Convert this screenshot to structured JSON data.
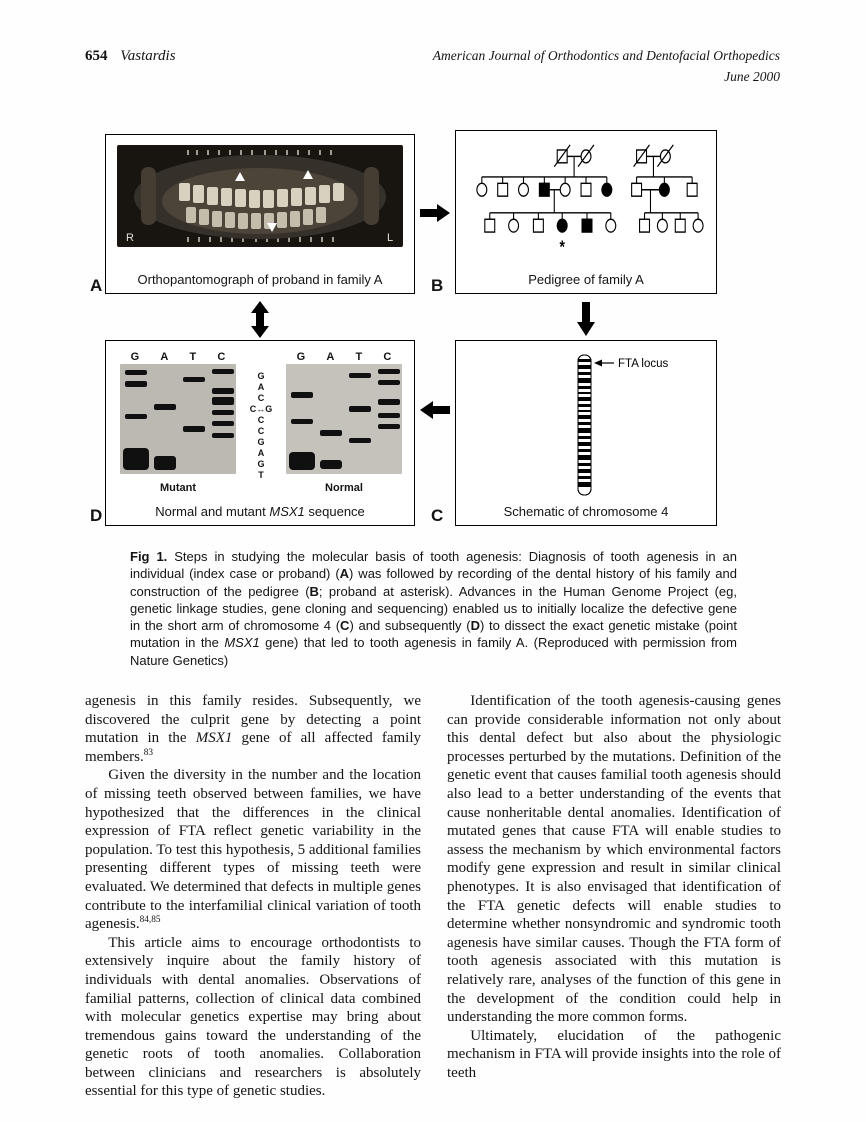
{
  "header": {
    "page_number": "654",
    "author": "Vastardis",
    "journal_title": "American Journal of Orthodontics and Dentofacial Orthopedics",
    "issue_date": "June 2000"
  },
  "figure": {
    "panel_a": {
      "label": "A",
      "caption": "Orthopantomograph of proband in family A",
      "xray_left_marker": "R",
      "xray_right_marker": "L"
    },
    "panel_b": {
      "label": "B",
      "caption": "Pedigree of family A",
      "proband_marker": "*"
    },
    "panel_c": {
      "label": "C",
      "caption": "Schematic of chromosome 4",
      "locus_label": "FTA locus"
    },
    "panel_d": {
      "label": "D",
      "lane_headers": [
        "G",
        "A",
        "T",
        "C"
      ],
      "left_gel_label": "Mutant",
      "right_gel_label": "Normal",
      "sequence_letters": [
        "G",
        "A",
        "C",
        "C↔G",
        "C",
        "C",
        "G",
        "A",
        "G",
        "T"
      ],
      "caption_segments": [
        {
          "text": "Normal and mutant "
        },
        {
          "text": "MSX1",
          "style": "italic"
        },
        {
          "text": " sequence"
        }
      ]
    },
    "caption_segments": [
      {
        "text": "Fig 1.",
        "style": "bold"
      },
      {
        "text": " Steps in studying the molecular basis of tooth agenesis: Diagnosis of tooth agenesis in an individual (index case or proband) ("
      },
      {
        "text": "A",
        "style": "bold"
      },
      {
        "text": ") was followed by recording of the dental history of his family and construction of the pedigree ("
      },
      {
        "text": "B",
        "style": "bold"
      },
      {
        "text": "; proband at asterisk). Advances in the Human Genome Project (eg, genetic linkage studies, gene cloning and sequencing) enabled us to initially localize the defective gene in the short arm of chromosome 4 ("
      },
      {
        "text": "C",
        "style": "bold"
      },
      {
        "text": ") and subsequently ("
      },
      {
        "text": "D",
        "style": "bold"
      },
      {
        "text": ") to dissect the exact genetic mistake (point mutation in the "
      },
      {
        "text": "MSX1",
        "style": "italic"
      },
      {
        "text": " gene) that led to tooth agenesis in family A. (Reproduced with permission from Nature Genetics)"
      }
    ]
  },
  "body": {
    "left_column": [
      {
        "segments": [
          {
            "text": "agenesis in this family resides. Subsequently, we discovered the culprit gene by detecting a point mutation in the "
          },
          {
            "text": "MSX1",
            "style": "italic"
          },
          {
            "text": " gene of all affected family members."
          },
          {
            "text": "83",
            "style": "sup"
          }
        ]
      },
      {
        "segments": [
          {
            "text": "Given the diversity in the number and the location of missing teeth observed between families, we have hypothesized that the differences in the clinical expression of FTA reflect genetic variability in the population. To test this hypothesis, 5 additional families presenting different types of missing teeth were evaluated. We determined that defects in multiple genes contribute to the interfamilial clinical variation of tooth agenesis."
          },
          {
            "text": "84,85",
            "style": "sup"
          }
        ]
      },
      {
        "segments": [
          {
            "text": "This article aims to encourage orthodontists to extensively inquire about the family history of individuals with dental anomalies. Observations of familial patterns, collection of clinical data combined with molecular genetics expertise may bring about tremendous gains toward the understanding of the genetic roots of tooth anomalies. Collaboration between clinicians and researchers is absolutely essential for this type of genetic studies."
          }
        ]
      }
    ],
    "right_column": [
      {
        "segments": [
          {
            "text": "Identification of the tooth agenesis-causing genes can provide considerable information not only about this dental defect but also about the physiologic processes perturbed by the mutations. Definition of the genetic event that causes familial tooth agenesis should also lead to a better understanding of the events that cause nonheritable dental anomalies. Identification of mutated genes that cause FTA will enable studies to assess the mechanism by which environmental factors modify gene expression and result in similar clinical phenotypes. It is also envisaged that identification of the FTA genetic defects will enable studies to determine whether nonsyndromic and syndromic tooth agenesis have similar causes. Though the FTA form of tooth agenesis associated with this mutation is relatively rare, analyses of the function of this gene in the development of the condition could help in understanding the more common forms."
          }
        ]
      },
      {
        "segments": [
          {
            "text": "Ultimately, elucidation of the pathogenic mechanism in FTA will provide insights into the role of teeth"
          }
        ]
      }
    ]
  }
}
